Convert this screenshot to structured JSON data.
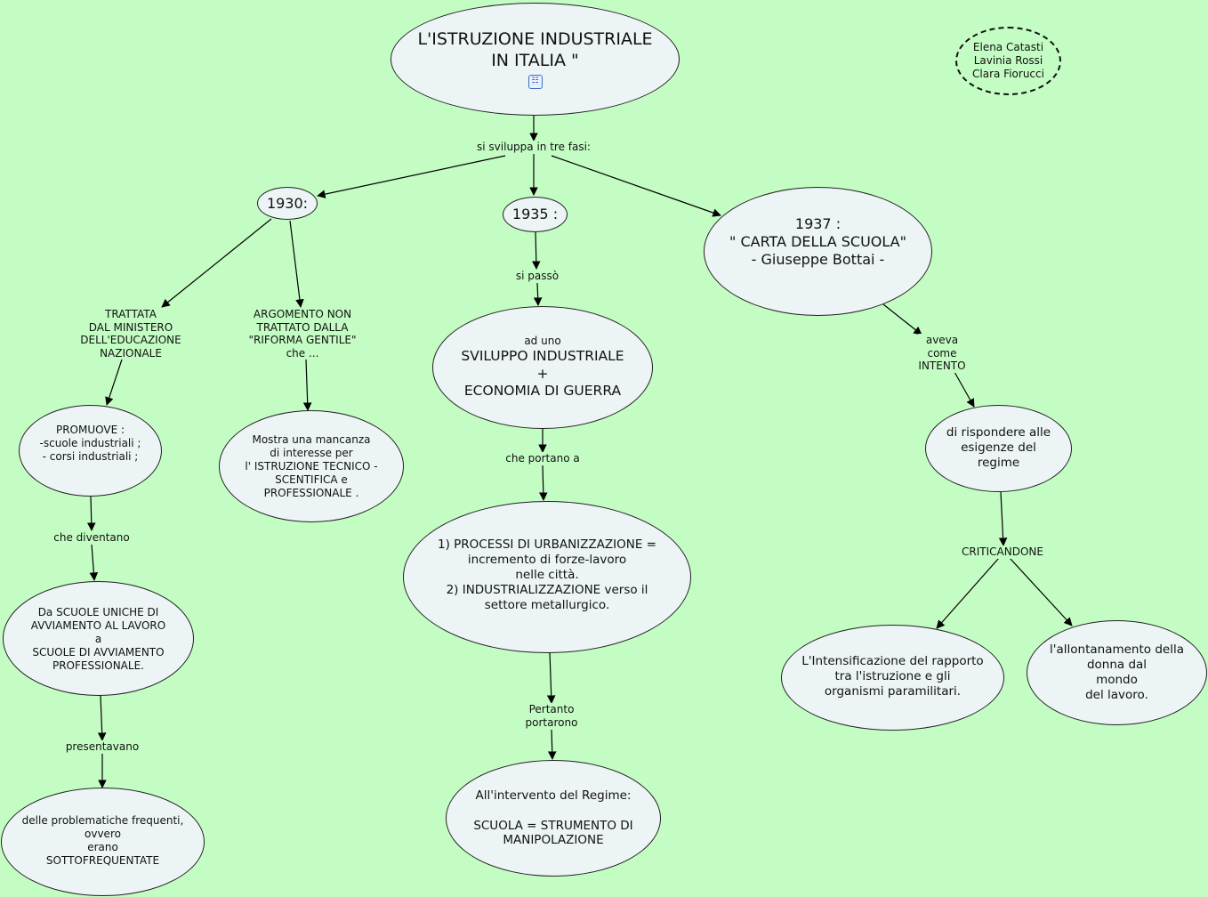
{
  "title_node": {
    "text": "L'ISTRUZIONE INDUSTRIALE\nIN ITALIA \"",
    "icon": "sub-map-icon"
  },
  "authors": "Elena Catasti\nLavinia Rossi\nClara Fiorucci",
  "links": {
    "root_to_phases": "si sviluppa in tre fasi:",
    "trattata": "TRATTATA\nDAL MINISTERO\nDELL'EDUCAZIONE\nNAZIONALE",
    "argomento": "ARGOMENTO NON\nTRATTATO DALLA\n\"RIFORMA GENTILE\"\nche ...",
    "che_diventano": "che diventano",
    "presentavano": "presentavano",
    "si_passo": "si passò",
    "che_portano": "che portano a",
    "pertanto": "Pertanto\nportarono",
    "aveva_intento": "aveva\ncome\nINTENTO",
    "criticandone": "CRITICANDONE"
  },
  "nodes": {
    "y1930": "1930:",
    "y1935": "1935 :",
    "y1937": "1937 :\n\" CARTA DELLA SCUOLA\"\n- Giuseppe Bottai -",
    "promuove": "PROMUOVE :\n-scuole industriali ;\n- corsi industriali ;",
    "mostra": "Mostra una mancanza\ndi interesse per\nl' ISTRUZIONE TECNICO -\nSCENTIFICA e\nPROFESSIONALE .",
    "da_scuole": "Da SCUOLE UNICHE DI\nAVVIAMENTO AL LAVORO\na\nSCUOLE DI AVVIAMENTO\nPROFESSIONALE.",
    "problematiche": "delle problematiche frequenti,\novvero\nerano\nSOTTOFREQUENTATE",
    "sviluppo_small": "ad uno",
    "sviluppo": "SVILUPPO INDUSTRIALE\n+\nECONOMIA DI GUERRA",
    "processi": "1) PROCESSI DI URBANIZZAZIONE =\nincremento di forze-lavoro\nnelle città.\n2) INDUSTRIALIZZAZIONE verso il\nsettore metallurgico.",
    "intervento": "All'intervento del Regime:\n\nSCUOLA = STRUMENTO DI\nMANIPOLAZIONE",
    "rispondere": "di rispondere alle\nesigenze del\nregime",
    "intensificazione": "L'Intensificazione del rapporto\ntra l'istruzione e gli\norganismi paramilitari.",
    "allontanamento": "l'allontanamento della\ndonna dal\nmondo\ndel lavoro."
  },
  "colors": {
    "background": "#c4fdc4",
    "node_fill": "#edf4f5",
    "stroke": "#111111"
  }
}
